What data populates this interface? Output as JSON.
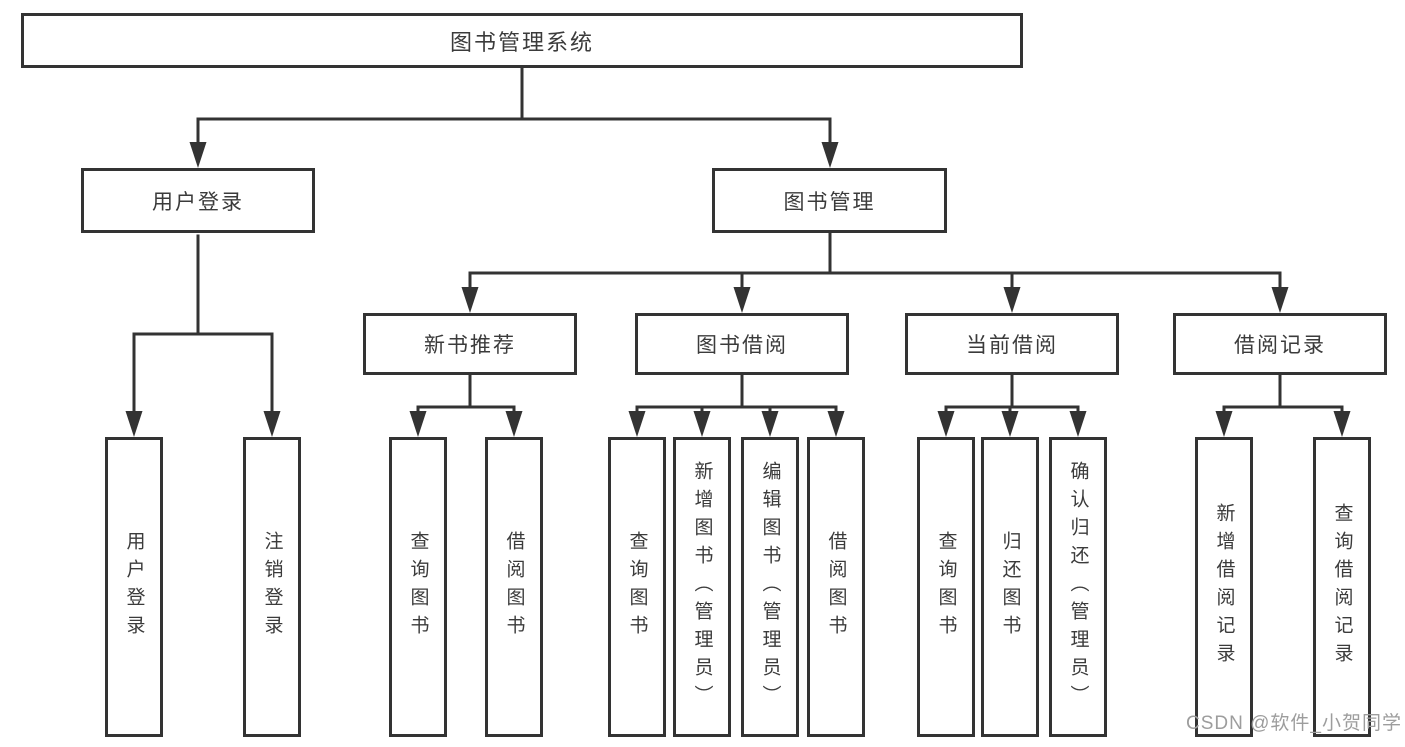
{
  "title": {
    "label": "图书管理系统"
  },
  "level2": {
    "user_login": {
      "label": "用户登录"
    },
    "book_management": {
      "label": "图书管理"
    }
  },
  "level3": {
    "new_book": {
      "label": "新书推荐"
    },
    "book_borrow": {
      "label": "图书借阅"
    },
    "current_borrow": {
      "label": "当前借阅"
    },
    "borrow_record": {
      "label": "借阅记录"
    }
  },
  "leaves": {
    "user_login": {
      "label": "用户登录"
    },
    "logout": {
      "label": "注销登录"
    },
    "nb_query": {
      "label": "查询图书"
    },
    "nb_borrow": {
      "label": "借阅图书"
    },
    "bb_query": {
      "label": "查询图书"
    },
    "bb_add": {
      "label": "新增图书（管理员）"
    },
    "bb_edit": {
      "label": "编辑图书（管理员）"
    },
    "bb_borrow": {
      "label": "借阅图书"
    },
    "cb_query": {
      "label": "查询图书"
    },
    "cb_return": {
      "label": "归还图书"
    },
    "cb_confirm": {
      "label": "确认归还（管理员）"
    },
    "br_add": {
      "label": "新增借阅记录"
    },
    "br_query": {
      "label": "查询借阅记录"
    }
  },
  "watermark": {
    "text": "CSDN @软件_小贺同学"
  },
  "colors": {
    "line": "#333333",
    "box_border": "#333333",
    "text": "#3b3b3b",
    "watermark": "#9d9d9d",
    "background": "#ffffff"
  }
}
